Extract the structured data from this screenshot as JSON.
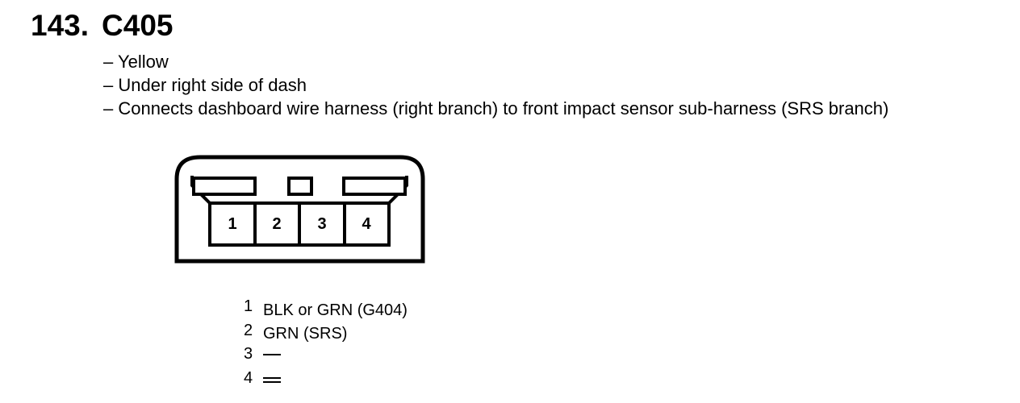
{
  "header": {
    "number": "143.",
    "connector_id": "C405"
  },
  "description": {
    "lines": [
      "– Yellow",
      "– Under right side of dash",
      "– Connects dashboard wire harness (right branch) to front impact sensor sub-harness (SRS branch)"
    ]
  },
  "connector": {
    "cavity_labels": [
      "1",
      "2",
      "3",
      "4"
    ]
  },
  "pinout": [
    {
      "pin": "1",
      "wire": "BLK or GRN (G404)",
      "symbol": ""
    },
    {
      "pin": "2",
      "wire": "GRN (SRS)",
      "symbol": ""
    },
    {
      "pin": "3",
      "wire": "",
      "symbol": "dash"
    },
    {
      "pin": "4",
      "wire": "",
      "symbol": "double-dash"
    }
  ]
}
